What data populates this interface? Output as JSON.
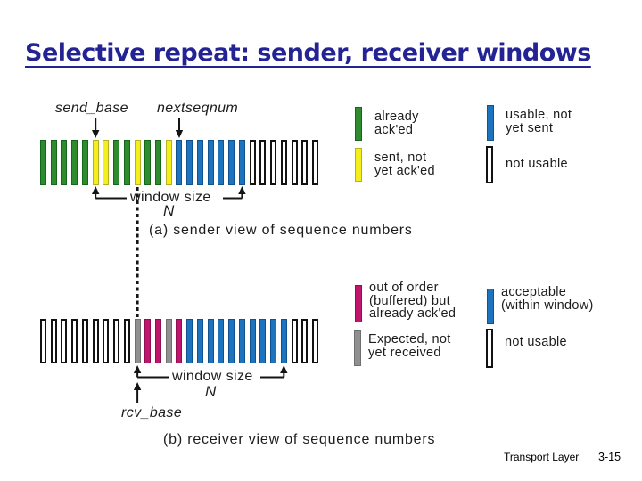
{
  "slide": {
    "title": "Selective repeat: sender, receiver windows",
    "footer": {
      "label": "Transport Layer",
      "page": "3-15"
    }
  },
  "colors": {
    "green": "#2e8b2e",
    "yellow": "#f4ef1a",
    "blue": "#1e73be",
    "magenta": "#c0156c",
    "gray": "#909090",
    "title_navy": "#232394"
  },
  "sender": {
    "labels": {
      "send_base": "send_base",
      "nextseqnum": "nextseqnum",
      "window_size": "window size",
      "n": "N",
      "caption": "(a) sender view of sequence numbers"
    },
    "bars": [
      "green",
      "green",
      "green",
      "green",
      "green",
      "yellow",
      "yellow",
      "green",
      "green",
      "yellow",
      "green",
      "green",
      "yellow",
      "blue",
      "blue",
      "blue",
      "blue",
      "blue",
      "blue",
      "blue",
      "white",
      "white",
      "white",
      "white",
      "white",
      "white",
      "white"
    ],
    "send_base_index": 5,
    "nextseqnum_index": 13,
    "window": {
      "start_index": 5,
      "end_index": 19,
      "size": "N"
    }
  },
  "receiver": {
    "labels": {
      "rcv_base": "rcv_base",
      "window_size": "window size",
      "n": "N",
      "caption": "(b) receiver view of sequence numbers"
    },
    "bars": [
      "white",
      "white",
      "white",
      "white",
      "white",
      "white",
      "white",
      "white",
      "white",
      "gray",
      "magenta",
      "magenta",
      "gray",
      "magenta",
      "blue",
      "blue",
      "blue",
      "blue",
      "blue",
      "blue",
      "blue",
      "blue",
      "blue",
      "blue",
      "white",
      "white",
      "white"
    ],
    "rcv_base_index": 9,
    "window": {
      "start_index": 9,
      "end_index": 23,
      "size": "N"
    }
  },
  "legend_sender": {
    "already_acked": "already\nack'ed",
    "usable_not_sent": "usable, not\nyet sent",
    "sent_not_acked": "sent, not\nyet ack'ed",
    "not_usable": "not usable"
  },
  "legend_receiver": {
    "out_of_order": "out of order\n(buffered) but\nalready ack'ed",
    "acceptable": "acceptable\n(within window)",
    "expected": "Expected, not\nyet received",
    "not_usable": "not usable"
  }
}
